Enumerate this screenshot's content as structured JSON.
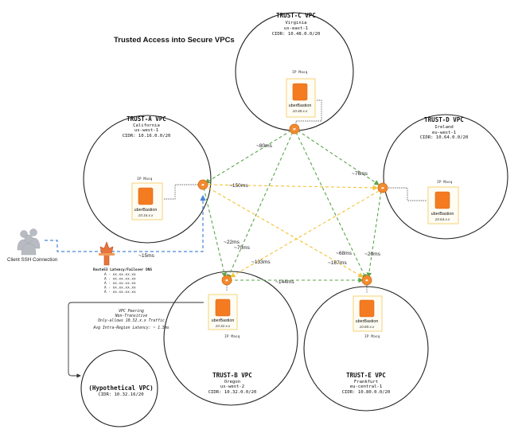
{
  "title": "Trusted Access into Secure VPCs",
  "vpcs": {
    "a": {
      "name": "TRUST-A VPC",
      "region_name": "California",
      "region_code": "us-west-1",
      "cidr": "CIDR: 10.16.0.0/20",
      "bastion": "uberBastion",
      "bastion_ip": "10.16.x.x",
      "ip_masq": "IP Masq"
    },
    "b": {
      "name": "TRUST-B VPC",
      "region_name": "Oregon",
      "region_code": "us-west-2",
      "cidr": "CIDR: 10.32.0.0/20",
      "bastion": "uberBastion",
      "bastion_ip": "10.32.x.x",
      "ip_masq": "IP Masq"
    },
    "c": {
      "name": "TRUST-C VPC",
      "region_name": "Virginia",
      "region_code": "us-east-1",
      "cidr": "CIDR: 10.48.0.0/20",
      "bastion": "uberBastion",
      "bastion_ip": "10.48.x.x",
      "ip_masq": "IP Masq"
    },
    "d": {
      "name": "TRUST-D VPC",
      "region_name": "Ireland",
      "region_code": "eu-west-1",
      "cidr": "CIDR: 10.64.0.0/20",
      "bastion": "uberBastion",
      "bastion_ip": "10.64.x.x",
      "ip_masq": "IP Masq"
    },
    "e": {
      "name": "TRUST-E VPC",
      "region_name": "Frankfurt",
      "region_code": "eu-central-1",
      "cidr": "CIDR: 10.80.0.0/20",
      "bastion": "uberBastion",
      "bastion_ip": "10.80.x.x",
      "ip_masq": "IP Masq"
    },
    "hyp": {
      "name": "(Hypothetical VPC)",
      "cidr": "CIDR: 10.32.16/20"
    }
  },
  "latencies": {
    "c_a": "~80ms",
    "a_d": "~150ms",
    "c_d": "~76ms",
    "a_b": "~22ms",
    "c_b": "~70ms",
    "d_b": "~133ms",
    "a_e": "~167ms",
    "c_e": "~68ms",
    "d_e": "~20ms",
    "b_e": "~144ms",
    "client_a": "~15ms"
  },
  "client": {
    "label": "Client SSH Connection"
  },
  "route53": {
    "title": "Route53 Latency/Failover DNS",
    "records": [
      "A - xx.xx.xx.xx",
      "A - xx.xx.xx.xx",
      "A - xx.xx.xx.xx",
      "A - xx.xx.xx.xx",
      "A - xx.xx.xx.xx"
    ]
  },
  "peering": {
    "title": "VPC Peering",
    "line1": "Non-Transitive",
    "line2": "Only-allows 10.32.x.x Traffic",
    "line3": "Avg Intra-Region Latency: ~ 1.5ms"
  },
  "colors": {
    "router": "#f28a2e",
    "bastion_fill": "#f47b20",
    "bastion_frame": "#f5d27a",
    "link_green": "#5aa64a",
    "link_yellow": "#f2c23a",
    "link_blue": "#4a86d8"
  }
}
